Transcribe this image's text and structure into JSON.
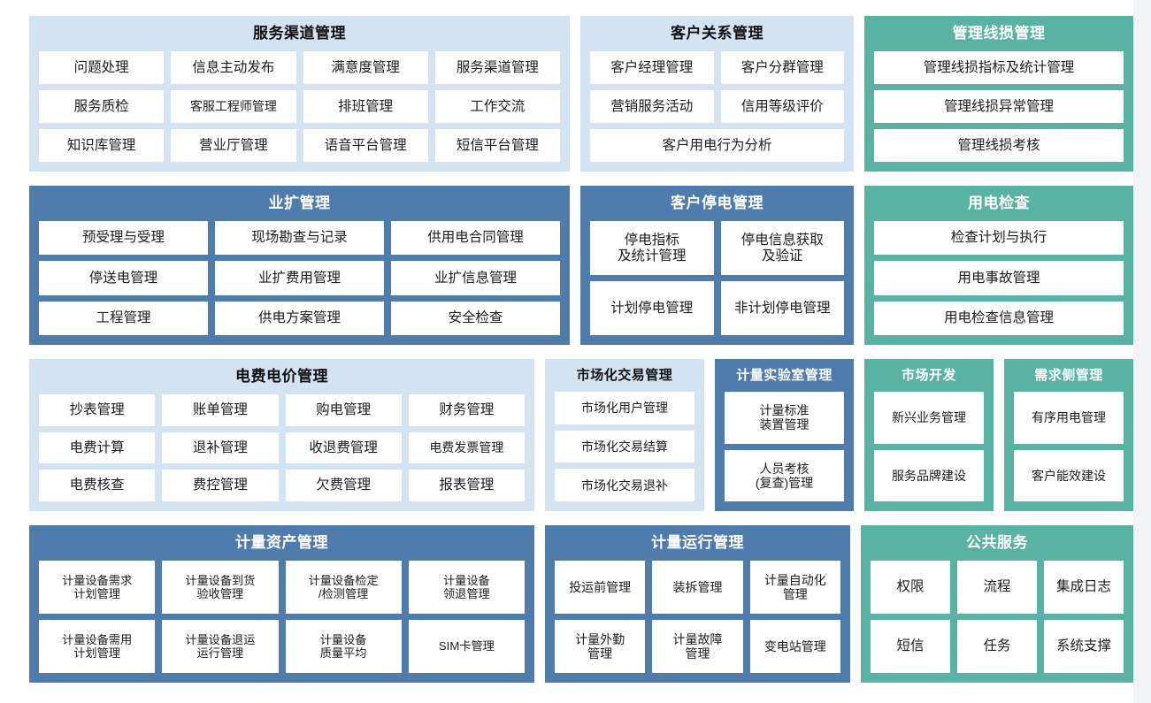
{
  "theme": {
    "light_blue": "#d3e3f1",
    "blue": "#4e7cac",
    "teal": "#59b3a3",
    "tile_bg": "#ffffff",
    "page_bg": "#ffffff"
  },
  "rows": [
    {
      "id": "row-1",
      "panels": [
        {
          "id": "service-channel-management",
          "title": "服务渠道管理",
          "style": "light",
          "grid": [
            [
              "问题处理",
              "信息主动发布",
              "满意度管理",
              "服务渠道管理"
            ],
            [
              "服务质检",
              "客服工程师管理",
              "排班管理",
              "工作交流"
            ],
            [
              "知识库管理",
              "营业厅管理",
              "语音平台管理",
              "短信平台管理"
            ]
          ]
        },
        {
          "id": "customer-relationship-management",
          "title": "客户关系管理",
          "style": "light",
          "grid": [
            [
              "客户经理管理",
              "客户分群管理"
            ],
            [
              "营销服务活动",
              "信用等级评价"
            ],
            [
              "客户用电行为分析"
            ]
          ]
        },
        {
          "id": "management-line-loss-management",
          "title": "管理线损管理",
          "style": "teal",
          "grid": [
            [
              "管理线损指标及统计管理"
            ],
            [
              "管理线损异常管理"
            ],
            [
              "管理线损考核"
            ]
          ]
        }
      ]
    },
    {
      "id": "row-2",
      "panels": [
        {
          "id": "business-expansion-management",
          "title": "业扩管理",
          "style": "blue",
          "grid": [
            [
              "预受理与受理",
              "现场勘查与记录",
              "供用电合同管理"
            ],
            [
              "停送电管理",
              "业扩费用管理",
              "业扩信息管理"
            ],
            [
              "工程管理",
              "供电方案管理",
              "安全检查"
            ]
          ]
        },
        {
          "id": "customer-outage-management",
          "title": "客户停电管理",
          "style": "blue",
          "grid": [
            [
              "停电指标\n及统计管理",
              "停电信息获取\n及验证"
            ],
            [
              "计划停电管理",
              "非计划停电管理"
            ]
          ]
        },
        {
          "id": "power-usage-inspection",
          "title": "用电检查",
          "style": "teal",
          "grid": [
            [
              "检查计划与执行"
            ],
            [
              "用电事故管理"
            ],
            [
              "用电检查信息管理"
            ]
          ]
        }
      ]
    },
    {
      "id": "row-3",
      "panels": [
        {
          "id": "electricity-fee-and-price-management",
          "title": "电费电价管理",
          "style": "light",
          "grid": [
            [
              "抄表管理",
              "账单管理",
              "购电管理",
              "财务管理"
            ],
            [
              "电费计算",
              "退补管理",
              "收退费管理",
              "电费发票管理"
            ],
            [
              "电费核查",
              "费控管理",
              "欠费管理",
              "报表管理"
            ]
          ]
        },
        {
          "id": "market-trading-management",
          "title": "市场化交易管理",
          "style": "light",
          "grid": [
            [
              "市场化用户管理"
            ],
            [
              "市场化交易结算"
            ],
            [
              "市场化交易退补"
            ]
          ]
        },
        {
          "id": "metering-laboratory-management",
          "title": "计量实验室管理",
          "style": "blue",
          "grid": [
            [
              "计量标准\n装置管理"
            ],
            [
              "人员考核\n(复查)管理"
            ]
          ]
        },
        {
          "id": "market-development",
          "title": "市场开发",
          "style": "teal",
          "grid": [
            [
              "新兴业务管理"
            ],
            [
              "服务品牌建设"
            ]
          ]
        },
        {
          "id": "demand-side-management",
          "title": "需求侧管理",
          "style": "teal",
          "grid": [
            [
              "有序用电管理"
            ],
            [
              "客户能效建设"
            ]
          ]
        }
      ]
    },
    {
      "id": "row-4",
      "panels": [
        {
          "id": "metering-asset-management",
          "title": "计量资产管理",
          "style": "blue",
          "grid": [
            [
              "计量设备需求\n计划管理",
              "计量设备到货\n验收管理",
              "计量设备检定\n/检测管理",
              "计量设备\n领退管理"
            ],
            [
              "计量设备需用\n计划管理",
              "计量设备退运\n运行管理",
              "计量设备\n质量平均",
              "SIM卡管理"
            ]
          ]
        },
        {
          "id": "metering-operation-management",
          "title": "计量运行管理",
          "style": "blue",
          "grid": [
            [
              "投运前管理",
              "装拆管理",
              "计量自动化\n管理"
            ],
            [
              "计量外勤\n管理",
              "计量故障\n管理",
              "变电站管理"
            ]
          ]
        },
        {
          "id": "public-service",
          "title": "公共服务",
          "style": "teal",
          "grid": [
            [
              "权限",
              "流程",
              "集成日志"
            ],
            [
              "短信",
              "任务",
              "系统支撑"
            ]
          ]
        }
      ]
    }
  ]
}
